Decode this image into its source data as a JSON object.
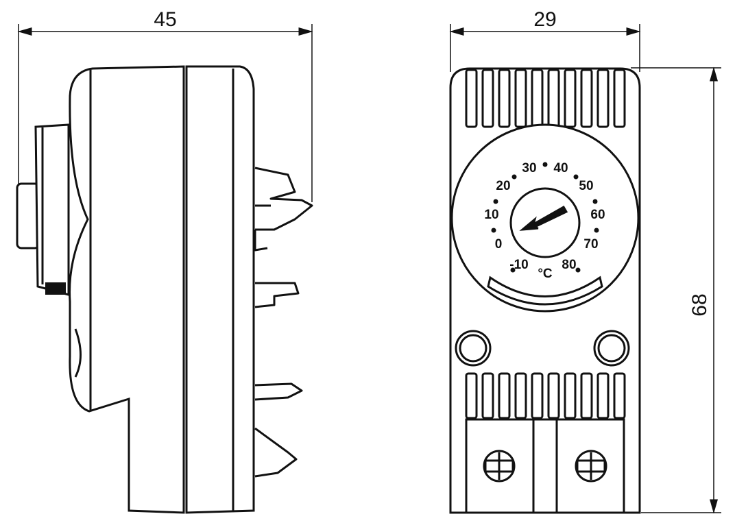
{
  "dimensions": {
    "side_depth": "45",
    "front_width": "29",
    "height": "68"
  },
  "dial": {
    "labels": [
      "-10",
      "0",
      "10",
      "20",
      "30",
      "40",
      "50",
      "60",
      "70",
      "80"
    ],
    "unit": "°C"
  },
  "colors": {
    "line": "#111111",
    "background": "#ffffff"
  }
}
